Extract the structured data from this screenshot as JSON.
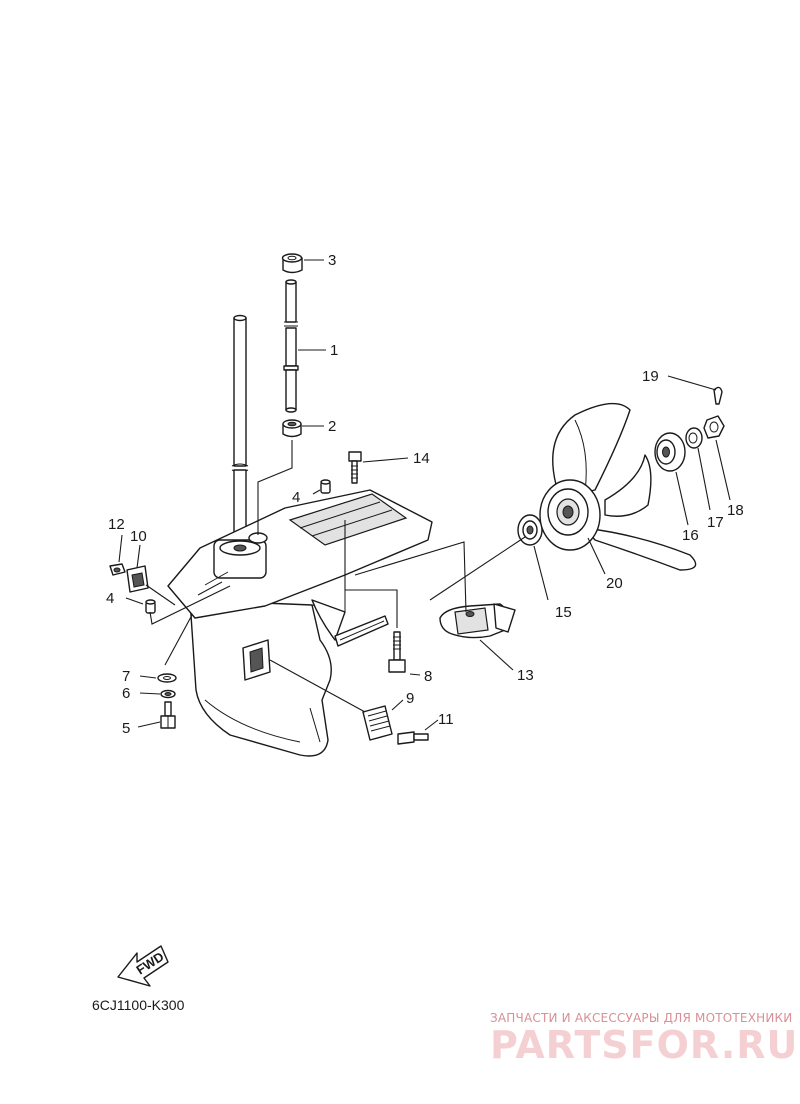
{
  "diagram": {
    "code": "6CJ1100-K300",
    "fwd_label": "FWD",
    "callouts": [
      "1",
      "2",
      "3",
      "4",
      "4",
      "5",
      "6",
      "7",
      "8",
      "9",
      "10",
      "11",
      "12",
      "13",
      "14",
      "15",
      "16",
      "17",
      "18",
      "19",
      "20"
    ]
  },
  "watermark": {
    "tagline": "ЗАПЧАСТИ И АКСЕССУАРЫ ДЛЯ МОТОТЕХНИКИ",
    "brand": "PARTSFOR.RU"
  }
}
